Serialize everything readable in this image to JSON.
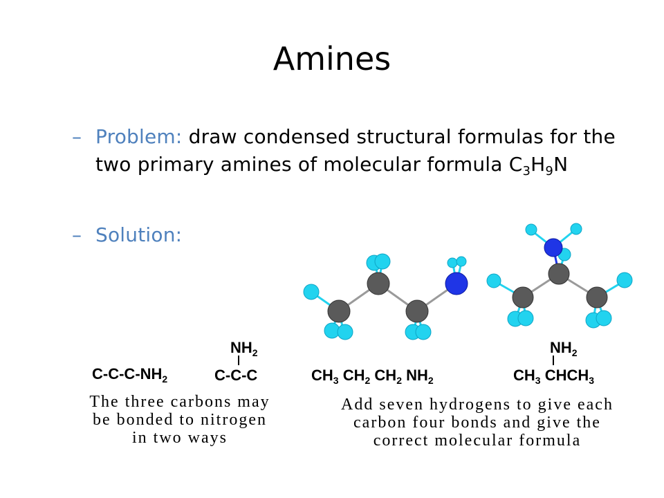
{
  "slide": {
    "title": "Amines",
    "problem": {
      "keyword": "Problem:",
      "text": " draw condensed structural formulas for the two primary amines of molecular formula ",
      "formula": [
        "C",
        "3",
        "H",
        "9",
        "N"
      ]
    },
    "solution": {
      "keyword": "Solution:"
    }
  },
  "figure": {
    "skeleton1": "C-C-C-NH",
    "skeleton1_sub": "2",
    "skeleton2_top": "NH",
    "skeleton2_top_sub": "2",
    "skeleton2": "C-C-C",
    "caption_left": [
      "The three carbons may",
      "be bonded to nitrogen",
      "in two ways"
    ],
    "propylamine": [
      "CH",
      "3",
      "CH",
      "2",
      "CH",
      "2",
      "NH",
      "2"
    ],
    "isopropyl_top": "NH",
    "isopropyl_top_sub": "2",
    "isopropylamine": [
      "CH",
      "3",
      "CHCH",
      "3"
    ],
    "caption_right": [
      "Add seven hydrogens to give each",
      "carbon four bonds and give the",
      "correct molecular formula"
    ]
  },
  "colors": {
    "accent": "#4f81bd",
    "carbon": "#5a5a5a",
    "nitrogen": "#1f35e6",
    "hydrogen": "#22d3ef"
  }
}
